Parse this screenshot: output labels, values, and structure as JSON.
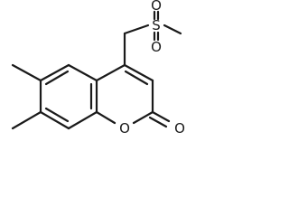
{
  "molecule": {
    "atoms": {
      "sulfur": "S",
      "sulfonyl_oxygen_top": "O",
      "sulfonyl_oxygen_bottom": "O",
      "ring_oxygen": "O",
      "carbonyl_oxygen": "O"
    }
  }
}
